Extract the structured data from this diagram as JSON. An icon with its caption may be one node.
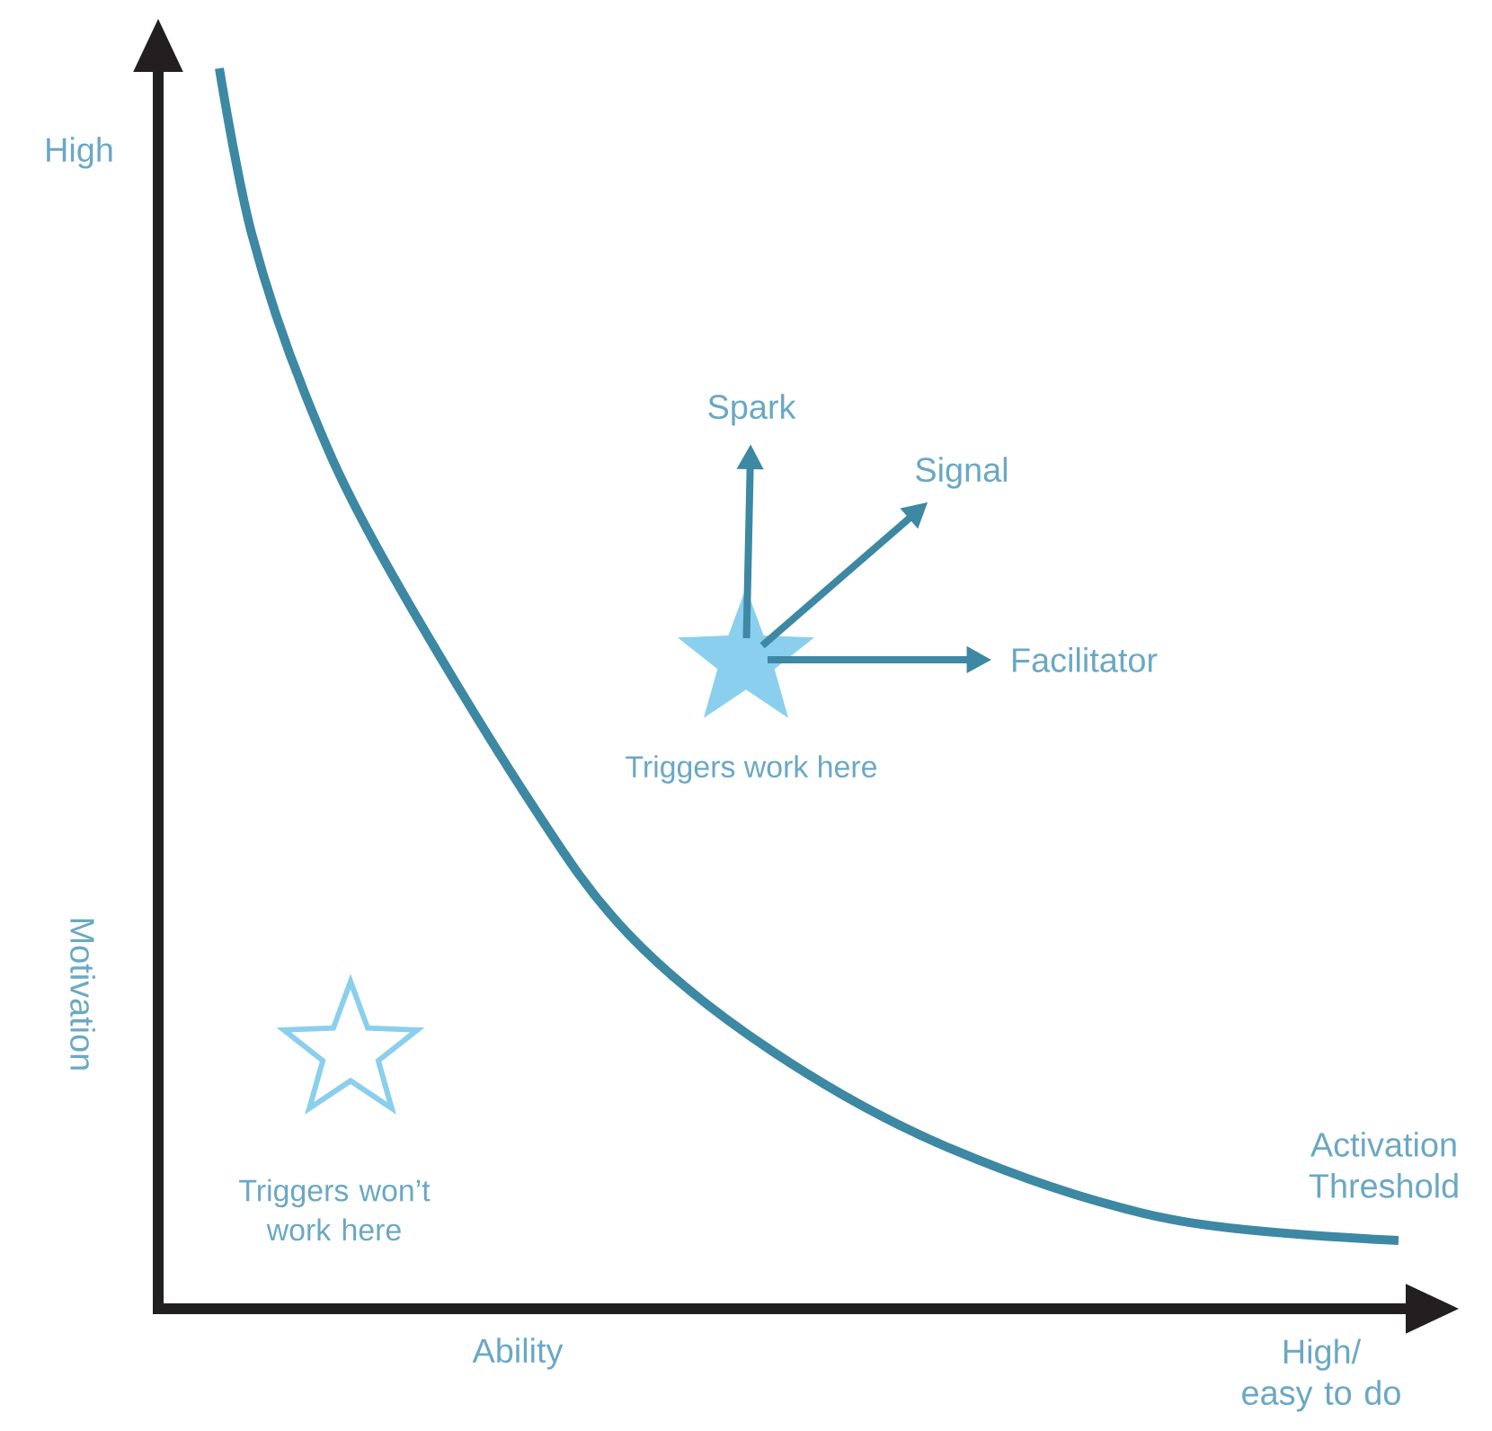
{
  "diagram": {
    "nodes": [
      {
        "text": [],
        "shape": "star",
        "beside": [
          "Triggers work here"
        ]
      },
      {
        "text": [
          "Spark"
        ]
      },
      {
        "text": [
          "Signal"
        ]
      },
      {
        "text": [
          "Facilitator"
        ]
      },
      {
        "text": [],
        "shape": "star",
        "beside": [
          "Triggers won’t work here"
        ]
      }
    ],
    "edges": [
      {
        "from": 0,
        "to": 1,
        "arrow": "to"
      },
      {
        "from": 0,
        "to": 2,
        "arrow": "to"
      },
      {
        "from": 0,
        "to": 3,
        "arrow": "to"
      }
    ],
    "labels": [
      "High",
      "Motivation",
      "Activation Threshold",
      "Ability",
      "High/ easy to do"
    ]
  }
}
